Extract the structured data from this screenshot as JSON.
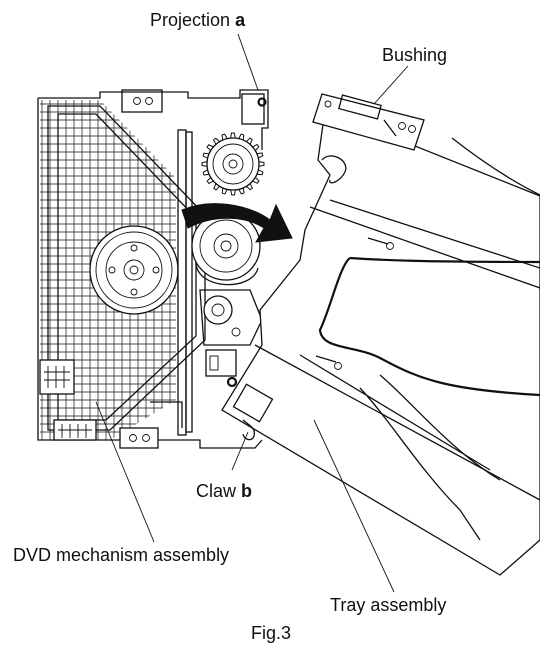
{
  "labels": {
    "projection": "Projection",
    "projection_suffix": "a",
    "bushing": "Bushing",
    "claw": "Claw",
    "claw_suffix": "b",
    "dvd_mechanism": "DVD mechanism assembly",
    "tray_assembly": "Tray assembly",
    "figure_caption": "Fig.3"
  },
  "colors": {
    "line": "#111111",
    "arrow": "#111111",
    "background": "#ffffff"
  }
}
